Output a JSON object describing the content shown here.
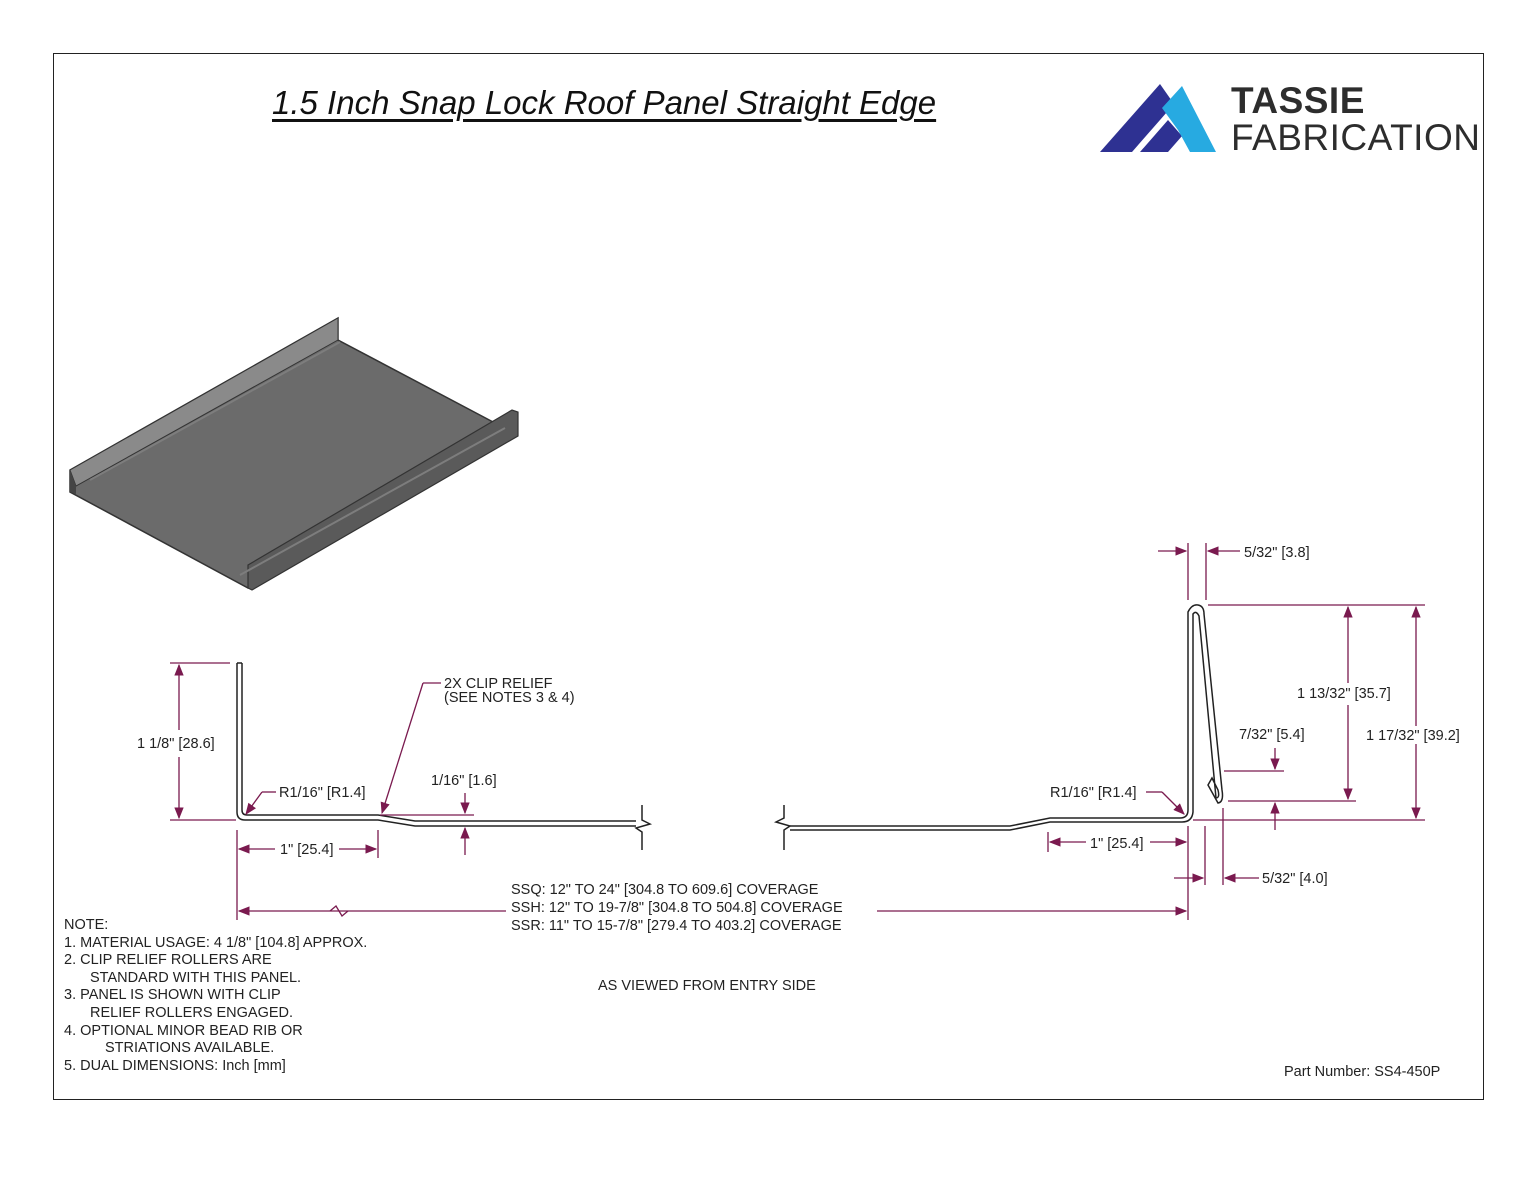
{
  "title": "1.5 Inch Snap Lock Roof Panel Straight Edge",
  "brand": {
    "line1": "TASSIE",
    "line2": "FABRICATION",
    "logo_colors": {
      "dark": "#2e3192",
      "light": "#27aae1"
    }
  },
  "colors": {
    "dimension": "#7a1a4f",
    "profile": "#222222",
    "panel_face": "#6e6e6e",
    "panel_dark": "#4a4a4a"
  },
  "dimensions": {
    "left_height": "1 1/8\" [28.6]",
    "left_radius": "R1/16\" [R1.4]",
    "clip_relief_line1": "2X CLIP RELIEF",
    "clip_relief_line2": "(SEE NOTES 3 & 4)",
    "relief_depth": "1/16\" [1.6]",
    "left_flat": "1\" [25.4]",
    "right_top_width": "5/32\" [3.8]",
    "right_inner_height": "1 13/32\" [35.7]",
    "right_total_height": "1 17/32\" [39.2]",
    "right_hook": "7/32\" [5.4]",
    "right_radius": "R1/16\" [R1.4]",
    "right_flat": "1\" [25.4]",
    "right_bottom_width": "5/32\" [4.0]"
  },
  "coverage": [
    "SSQ:  12\" TO 24\" [304.8 TO 609.6] COVERAGE",
    "SSH:  12\" TO 19-7/8\" [304.8 TO 504.8] COVERAGE",
    "SSR:  11\" TO 15-7/8\" [279.4 TO 403.2] COVERAGE"
  ],
  "notes": {
    "header": "NOTE:",
    "n1": "1.  MATERIAL USAGE: 4 1/8\" [104.8] APPROX.",
    "n2a": "2.  CLIP RELIEF ROLLERS ARE",
    "n2b": "STANDARD WITH THIS PANEL.",
    "n3a": "3.   PANEL IS SHOWN WITH CLIP",
    "n3b": "RELIEF ROLLERS ENGAGED.",
    "n4a": "4.  OPTIONAL MINOR BEAD RIB OR",
    "n4b": "STRIATIONS AVAILABLE.",
    "n5": "5.  DUAL DIMENSIONS: Inch [mm]"
  },
  "view_caption": "AS VIEWED FROM ENTRY SIDE",
  "part_number": "Part Number: SS4-450P"
}
